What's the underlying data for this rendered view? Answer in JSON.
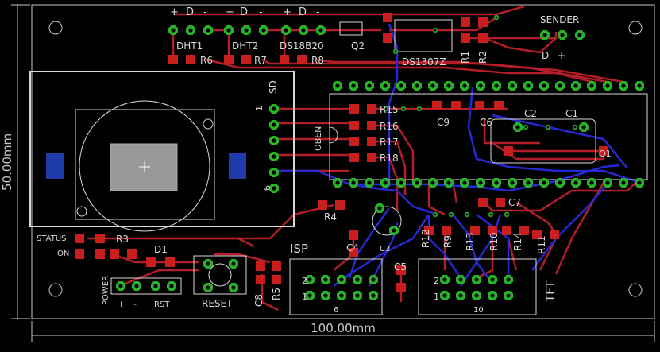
{
  "colors": {
    "background": "#000000",
    "outline": "#c8c8c8",
    "top_trace": "#b41e28",
    "bottom_trace": "#2828d2",
    "pad_green": "#28b428",
    "pad_red": "#c81e1e",
    "via": "#28a028",
    "silk": "#d8d8d8"
  },
  "dimensions": {
    "width": "100.00mm",
    "height": "50.00mm"
  },
  "pin_marks": {
    "dht1": [
      "+",
      "D",
      "-"
    ],
    "dht2": [
      "+",
      "D",
      "-"
    ],
    "ds18b20": [
      "+",
      "D",
      "-"
    ],
    "sender": [
      "D",
      "+",
      "-"
    ],
    "power": [
      "+",
      "-"
    ],
    "sd": [
      "1",
      "6"
    ],
    "isp_row": [
      "2",
      "1"
    ],
    "tft_row": [
      "2",
      "1"
    ],
    "isp_pins": "6",
    "tft_pins": "10"
  },
  "parts": {
    "dht1": "DHT1",
    "dht2": "DHT2",
    "ds18b20": "DS18B20",
    "sender": "SENDER",
    "q2": "Q2",
    "ds1307": "DS1307Z",
    "r1": "R1",
    "r2": "R2",
    "r6": "R6",
    "r7": "R7",
    "r8": "R8",
    "sd": "SD",
    "oben": "OBEN",
    "r15": "R15",
    "r16": "R16",
    "r17": "R17",
    "r18": "R18",
    "c9": "C9",
    "c6": "C6",
    "c2": "C2",
    "c1": "C1",
    "q1": "Q1",
    "r4": "R4",
    "c7": "C7",
    "c4": "C4",
    "c3": "C3",
    "c5": "C5",
    "r12": "R12",
    "r9": "R9",
    "r13": "R13",
    "r10": "R10",
    "r14": "R14",
    "r11": "R11",
    "status": "STATUS",
    "on": "ON",
    "r3": "R3",
    "d1": "D1",
    "power": "POWER",
    "rst": "RST",
    "reset": "RESET",
    "c8": "C8",
    "r5": "R5",
    "isp": "ISP",
    "tft": "TFT"
  }
}
